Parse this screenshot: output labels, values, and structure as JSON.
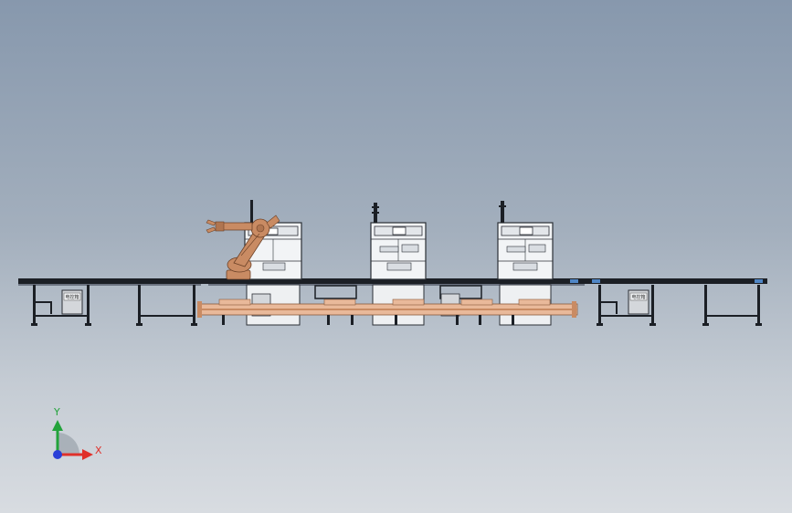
{
  "scene": {
    "controller_box_label": "电控箱",
    "robot_color": "#c98b63",
    "fixture_color": "#e9b99a",
    "frame_color": "#1b1f25",
    "connector_color": "#4f86c6",
    "cabinet_color": "#f2f4f6"
  },
  "triad": {
    "x_label": "X",
    "y_label": "Y",
    "x_color": "#e0302a",
    "y_color": "#22a33b",
    "z_color": "#2a3fd8"
  }
}
